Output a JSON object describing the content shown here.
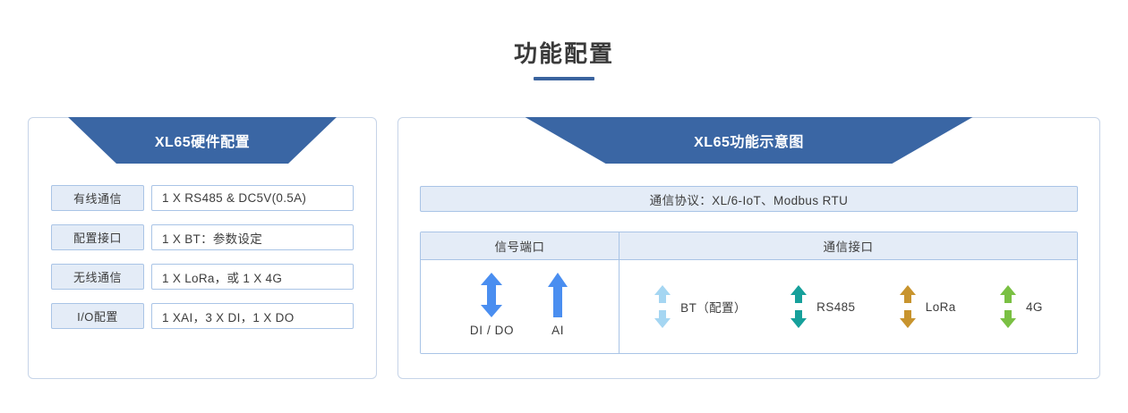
{
  "page": {
    "title": "功能配置",
    "accent_color": "#3a639e",
    "banner_color": "#3a66a4",
    "panel_border_color": "#c6d4e8",
    "cell_border_color": "#a9c4e6",
    "cell_fill_color": "#e4ecf7"
  },
  "left_panel": {
    "banner_label": "XL65硬件配置",
    "rows": [
      {
        "key": "有线通信",
        "value": "1 X RS485 & DC5V(0.5A)"
      },
      {
        "key": "配置接口",
        "value": "1 X BT：参数设定"
      },
      {
        "key": "无线通信",
        "value": "1 X LoRa，或 1 X 4G"
      },
      {
        "key": "I/O配置",
        "value": "1 XAI，3 X DI，1 X DO"
      }
    ]
  },
  "right_panel": {
    "banner_label": "XL65功能示意图",
    "protocol_bar": "通信协议：XL/6-IoT、Modbus RTU",
    "table": {
      "headers": {
        "signal": "信号端口",
        "comm": "通信接口"
      },
      "signal_ports": [
        {
          "label": "DI / DO",
          "arrow": "double-arrow-icon",
          "color": "#4a8ef0",
          "style": "solid"
        },
        {
          "label": "AI",
          "arrow": "up-arrow-icon",
          "color": "#4a8ef0",
          "style": "solid"
        }
      ],
      "comm_ports": [
        {
          "label": "BT（配置）",
          "arrow": "split-double-arrow-icon",
          "color": "#a5d6f2"
        },
        {
          "label": "RS485",
          "arrow": "split-double-arrow-icon",
          "color": "#16a09b"
        },
        {
          "label": "LoRa",
          "arrow": "split-double-arrow-icon",
          "color": "#c8942e"
        },
        {
          "label": "4G",
          "arrow": "split-double-arrow-icon",
          "color": "#7ac043"
        }
      ]
    }
  }
}
